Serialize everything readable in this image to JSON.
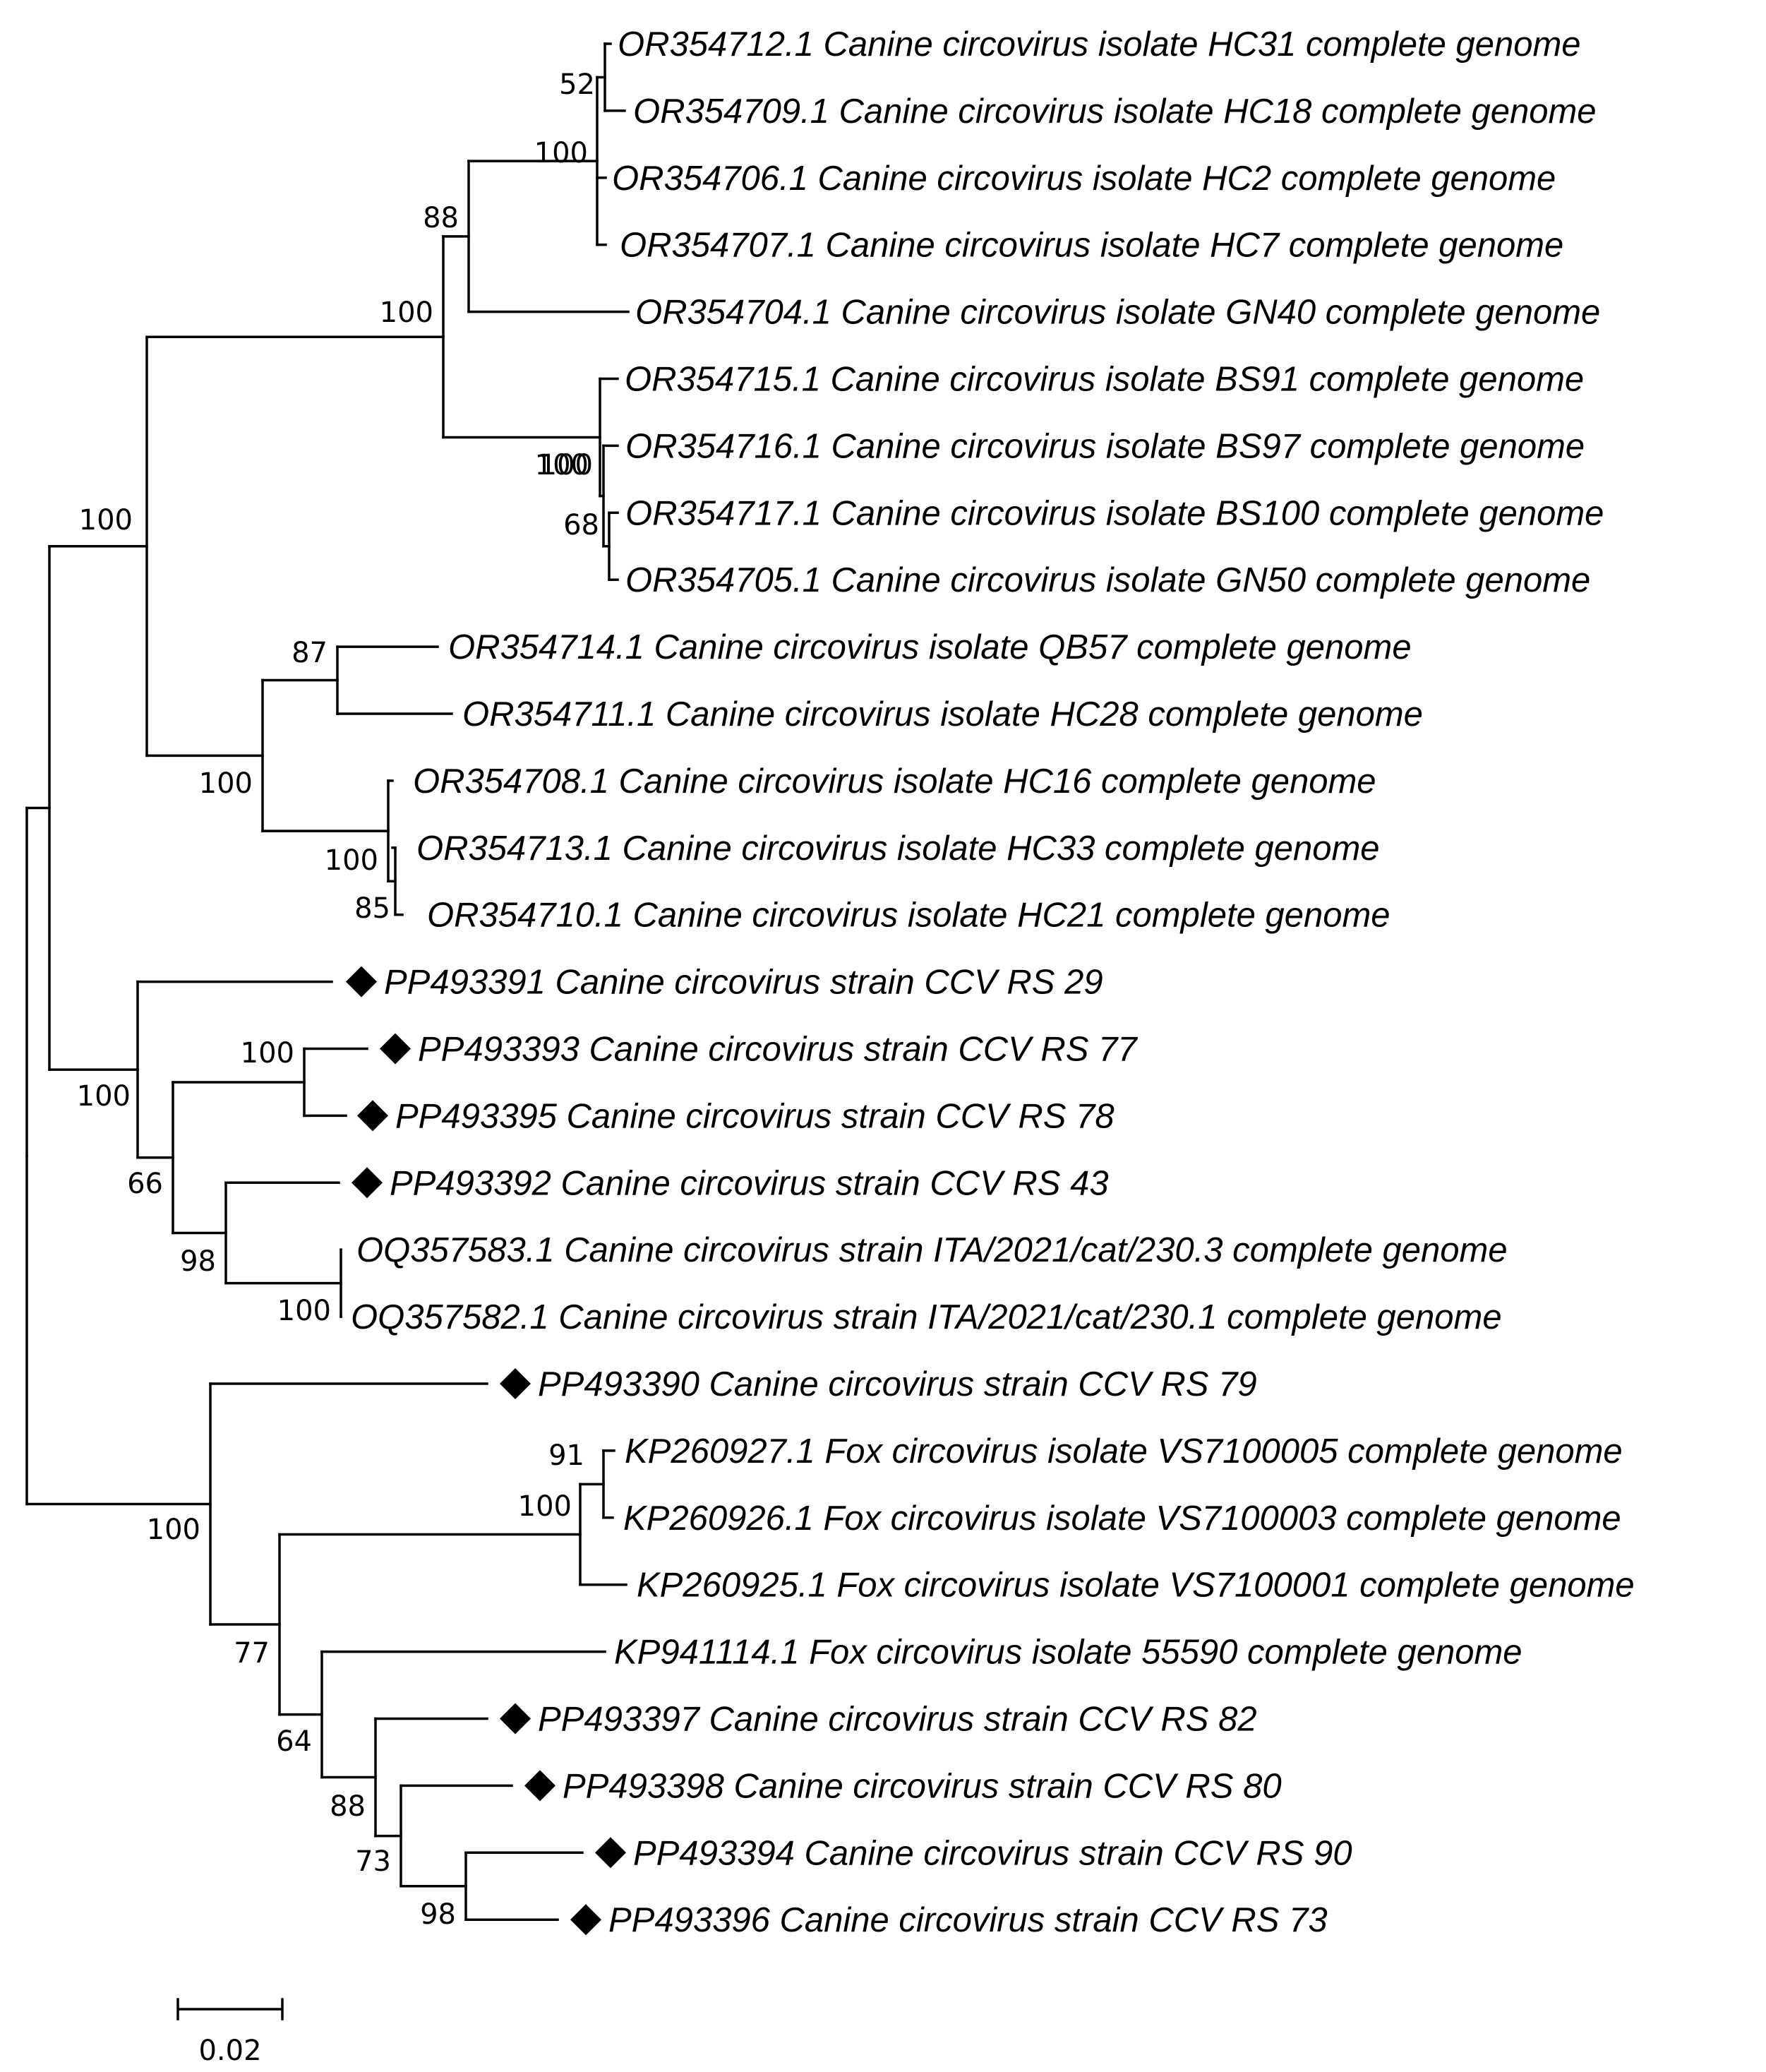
{
  "tree": {
    "tips": [
      {
        "id": "t0",
        "label": "OR354712.1 Canine circovirus isolate HC31 complete genome",
        "marker": false
      },
      {
        "id": "t1",
        "label": "OR354709.1 Canine circovirus isolate HC18 complete genome",
        "marker": false
      },
      {
        "id": "t2",
        "label": "OR354706.1 Canine circovirus isolate HC2 complete genome",
        "marker": false
      },
      {
        "id": "t3",
        "label": "OR354707.1 Canine circovirus isolate HC7 complete genome",
        "marker": false
      },
      {
        "id": "t4",
        "label": "OR354704.1 Canine circovirus isolate GN40 complete genome",
        "marker": false
      },
      {
        "id": "t5",
        "label": "OR354715.1 Canine circovirus isolate BS91 complete genome",
        "marker": false
      },
      {
        "id": "t6",
        "label": "OR354716.1 Canine circovirus isolate BS97 complete genome",
        "marker": false
      },
      {
        "id": "t7",
        "label": "OR354717.1 Canine circovirus isolate BS100 complete genome",
        "marker": false
      },
      {
        "id": "t8",
        "label": "OR354705.1 Canine circovirus isolate GN50 complete genome",
        "marker": false
      },
      {
        "id": "t9",
        "label": "OR354714.1 Canine circovirus isolate QB57 complete genome",
        "marker": false
      },
      {
        "id": "t10",
        "label": "OR354711.1 Canine circovirus isolate HC28 complete genome",
        "marker": false
      },
      {
        "id": "t11",
        "label": "OR354708.1 Canine circovirus isolate HC16 complete genome",
        "marker": false
      },
      {
        "id": "t12",
        "label": "OR354713.1 Canine circovirus isolate HC33 complete genome",
        "marker": false
      },
      {
        "id": "t13",
        "label": "OR354710.1 Canine circovirus isolate HC21 complete genome",
        "marker": false
      },
      {
        "id": "t14",
        "label": "PP493391 Canine circovirus strain CCV RS 29",
        "marker": true
      },
      {
        "id": "t15",
        "label": "PP493393 Canine circovirus strain CCV RS 77",
        "marker": true
      },
      {
        "id": "t16",
        "label": "PP493395 Canine circovirus strain CCV RS 78",
        "marker": true
      },
      {
        "id": "t17",
        "label": "PP493392 Canine circovirus strain CCV RS 43",
        "marker": true
      },
      {
        "id": "t18",
        "label": "OQ357583.1 Canine circovirus strain ITA/2021/cat/230.3 complete genome",
        "marker": false
      },
      {
        "id": "t19",
        "label": "OQ357582.1 Canine circovirus strain ITA/2021/cat/230.1 complete genome",
        "marker": false
      },
      {
        "id": "t20",
        "label": "PP493390 Canine circovirus strain CCV RS 79",
        "marker": true
      },
      {
        "id": "t21",
        "label": "KP260927.1 Fox circovirus isolate VS7100005 complete genome",
        "marker": false
      },
      {
        "id": "t22",
        "label": "KP260926.1 Fox circovirus isolate VS7100003 complete genome",
        "marker": false
      },
      {
        "id": "t23",
        "label": "KP260925.1 Fox circovirus isolate VS7100001 complete genome",
        "marker": false
      },
      {
        "id": "t24",
        "label": "KP941114.1 Fox circovirus isolate 55590 complete genome",
        "marker": false
      },
      {
        "id": "t25",
        "label": "PP493397 Canine circovirus strain CCV RS 82",
        "marker": true
      },
      {
        "id": "t26",
        "label": "PP493398 Canine circovirus strain CCV RS 80",
        "marker": true
      },
      {
        "id": "t27",
        "label": "PP493394 Canine circovirus strain CCV RS 90",
        "marker": true
      },
      {
        "id": "t28",
        "label": "PP493396 Canine circovirus strain CCV RS 73",
        "marker": true
      }
    ],
    "bootstrap": [
      {
        "node": "n_hc31_hc18",
        "value": "52"
      },
      {
        "node": "n_hc_group",
        "value": "100"
      },
      {
        "node": "n_hc_gn40",
        "value": "88"
      },
      {
        "node": "n_bs_inner",
        "value": "68"
      },
      {
        "node": "n_bs_gn50",
        "value": "100"
      },
      {
        "node": "n_bs_group",
        "value": "100"
      },
      {
        "node": "n_or_upper",
        "value": "100"
      },
      {
        "node": "n_qb_hc28",
        "value": "87"
      },
      {
        "node": "n_hc33_hc21",
        "value": "85"
      },
      {
        "node": "n_hc16_group",
        "value": "100"
      },
      {
        "node": "n_or_lower",
        "value": "100"
      },
      {
        "node": "n_or_all",
        "value": "100"
      },
      {
        "node": "n_rs77_78",
        "value": "100"
      },
      {
        "node": "n_ita",
        "value": "100"
      },
      {
        "node": "n_rs43_ita",
        "value": "98"
      },
      {
        "node": "n_rs_mid",
        "value": "66"
      },
      {
        "node": "n_rs_group",
        "value": "100"
      },
      {
        "node": "n_fox_5_3",
        "value": "91"
      },
      {
        "node": "n_fox_vs",
        "value": "100"
      },
      {
        "node": "n_rs90_73",
        "value": "98"
      },
      {
        "node": "n_rs80_group",
        "value": "73"
      },
      {
        "node": "n_rs82_group",
        "value": "88"
      },
      {
        "node": "n_kp941_group",
        "value": "64"
      },
      {
        "node": "n_fox_rs",
        "value": "77"
      },
      {
        "node": "n_rs79_group",
        "value": "100"
      }
    ],
    "scale_bar": {
      "label": "0.02",
      "value": 0.02
    }
  }
}
